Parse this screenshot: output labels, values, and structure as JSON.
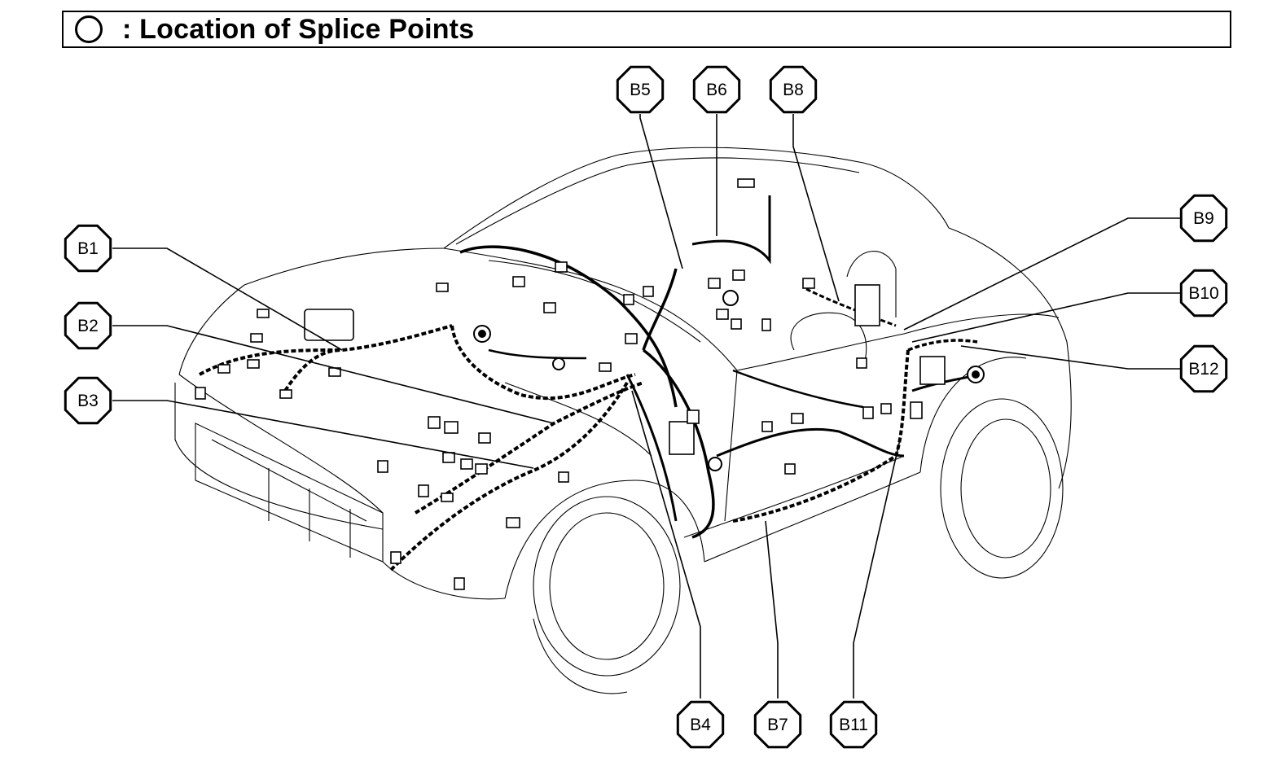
{
  "header": {
    "title": ": Location of Splice Points"
  },
  "callouts": [
    {
      "id": "b1",
      "label": "B1"
    },
    {
      "id": "b2",
      "label": "B2"
    },
    {
      "id": "b3",
      "label": "B3"
    },
    {
      "id": "b4",
      "label": "B4"
    },
    {
      "id": "b5",
      "label": "B5"
    },
    {
      "id": "b6",
      "label": "B6"
    },
    {
      "id": "b7",
      "label": "B7"
    },
    {
      "id": "b8",
      "label": "B8"
    },
    {
      "id": "b9",
      "label": "B9"
    },
    {
      "id": "b10",
      "label": "B10"
    },
    {
      "id": "b11",
      "label": "B11"
    },
    {
      "id": "b12",
      "label": "B12"
    }
  ],
  "colors": {
    "line": "#000000",
    "background": "#ffffff"
  }
}
